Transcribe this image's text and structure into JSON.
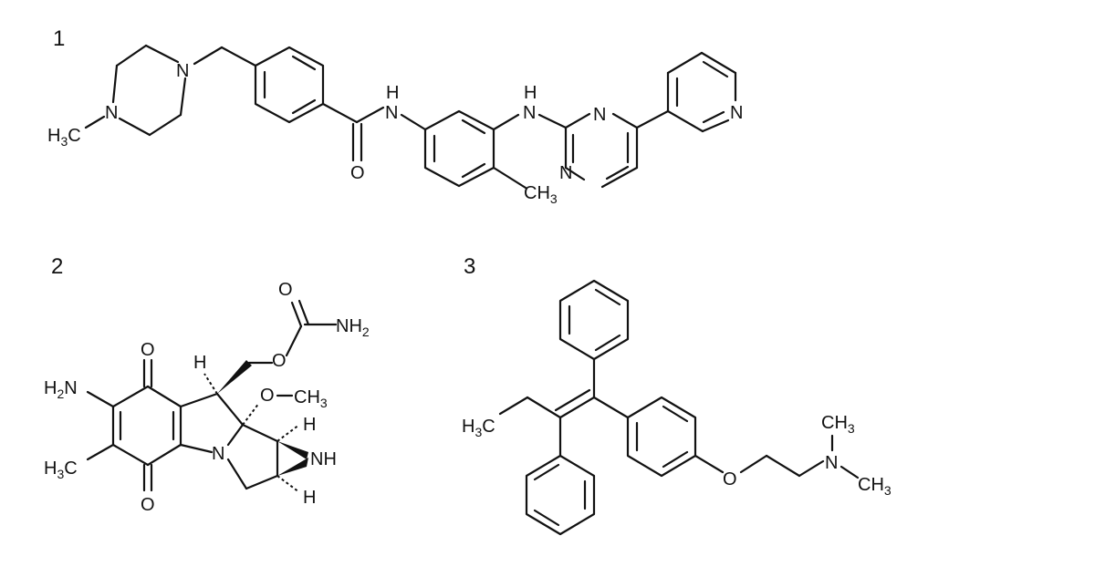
{
  "structures": [
    {
      "number": "1",
      "atoms": {
        "n_pip_top": "N",
        "n_pip_bottom": "N",
        "methyl_left": "H",
        "methyl_left_sub": "3",
        "methyl_left_c": "C",
        "nh_amide_h": "H",
        "nh_amide_n": "N",
        "amide_o": "O",
        "nh_link_h": "H",
        "nh_link_n": "N",
        "pyr_n1": "N",
        "pyr_n2": "N",
        "pyridine_n": "N",
        "ch3_c": "CH",
        "ch3_sub": "3"
      }
    },
    {
      "number": "2",
      "atoms": {
        "h2n": "H",
        "h2n_sub": "2",
        "h2n_n": "N",
        "h3c": "H",
        "h3c_sub": "3",
        "h3c_c": "C",
        "o_top": "O",
        "o_bottom": "O",
        "h_stereo": "H",
        "n_ring": "N",
        "o_carbamate": "O",
        "o_carbonyl": "O",
        "nh2": "NH",
        "nh2_sub": "2",
        "och3_o": "O",
        "och3_c": "CH",
        "och3_sub": "3",
        "h_az1": "H",
        "nh_az": "NH",
        "h_az2": "H"
      }
    },
    {
      "number": "3",
      "atoms": {
        "h3c": "H",
        "h3c_sub": "3",
        "h3c_c": "C",
        "o_ether": "O",
        "n_amine": "N",
        "ch3_top": "CH",
        "ch3_top_sub": "3",
        "ch3_bot": "CH",
        "ch3_bot_sub": "3"
      }
    }
  ]
}
